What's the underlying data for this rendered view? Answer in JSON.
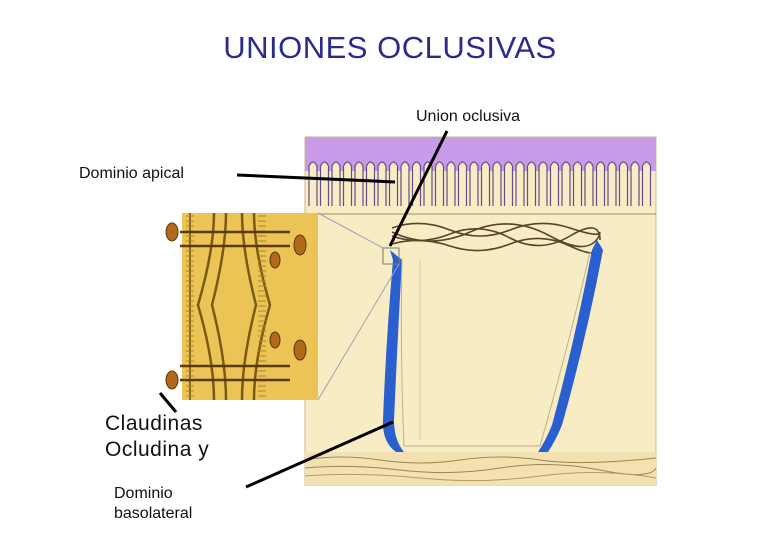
{
  "title": "UNIONES OCLUSIVAS",
  "labels": {
    "union_oclusiva": "Union oclusiva",
    "dominio_apical": "Dominio apical",
    "claudinas_line1": "Claudinas",
    "claudinas_line2": "Ocludina y",
    "dominio_basolateral_line1": "Dominio",
    "dominio_basolateral_line2": "basolateral"
  },
  "colors": {
    "title": "#2b2b8f",
    "microvilli": "#c79be8",
    "cytoplasm": "#f7ecc4",
    "membrane_blue": "#2a5fd0",
    "junction_inset": "#e7b83a"
  }
}
